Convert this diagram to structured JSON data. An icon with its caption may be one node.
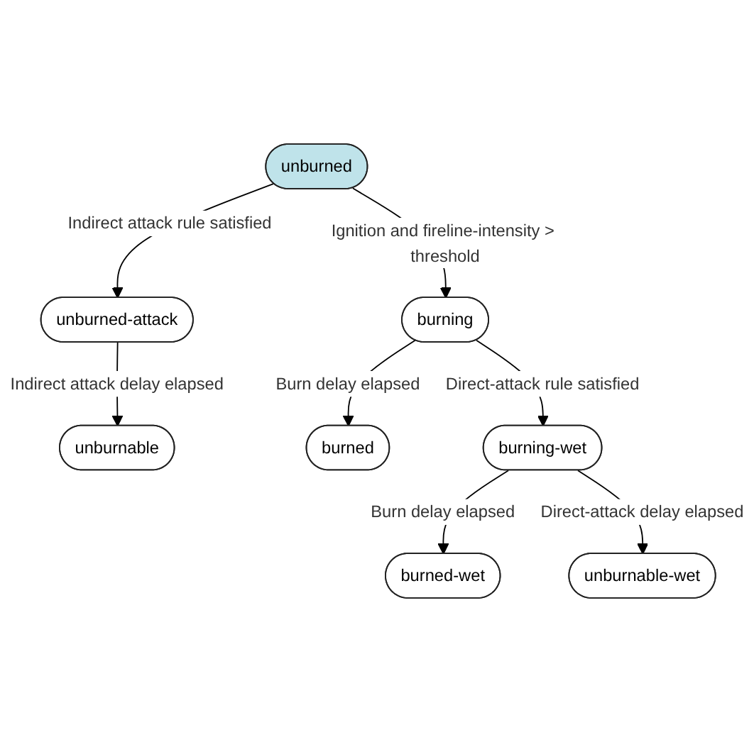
{
  "diagram": {
    "nodes": [
      {
        "text": [
          "unburned"
        ]
      },
      {
        "text": [
          "unburned-attack"
        ]
      },
      {
        "text": [
          "unburnable"
        ]
      },
      {
        "text": [
          "burning"
        ]
      },
      {
        "text": [
          "burned"
        ]
      },
      {
        "text": [
          "burning-wet"
        ]
      },
      {
        "text": [
          "burned-wet"
        ]
      },
      {
        "text": [
          "unburnable-wet"
        ]
      }
    ],
    "edges": [
      {
        "from": 0,
        "to": 1,
        "arrow": "to",
        "label": "Indirect attack rule satisfied"
      },
      {
        "from": 1,
        "to": 2,
        "arrow": "to",
        "label": "Indirect attack delay elapsed"
      },
      {
        "from": 0,
        "to": 3,
        "arrow": "to",
        "label": "Ignition and fireline-intensity > threshold"
      },
      {
        "from": 3,
        "to": 4,
        "arrow": "to",
        "label": "Burn delay elapsed"
      },
      {
        "from": 3,
        "to": 5,
        "arrow": "to",
        "label": "Direct-attack rule satisfied"
      },
      {
        "from": 5,
        "to": 6,
        "arrow": "to",
        "label": "Burn delay elapsed"
      },
      {
        "from": 5,
        "to": 7,
        "arrow": "to",
        "label": "Direct-attack delay elapsed"
      }
    ]
  }
}
